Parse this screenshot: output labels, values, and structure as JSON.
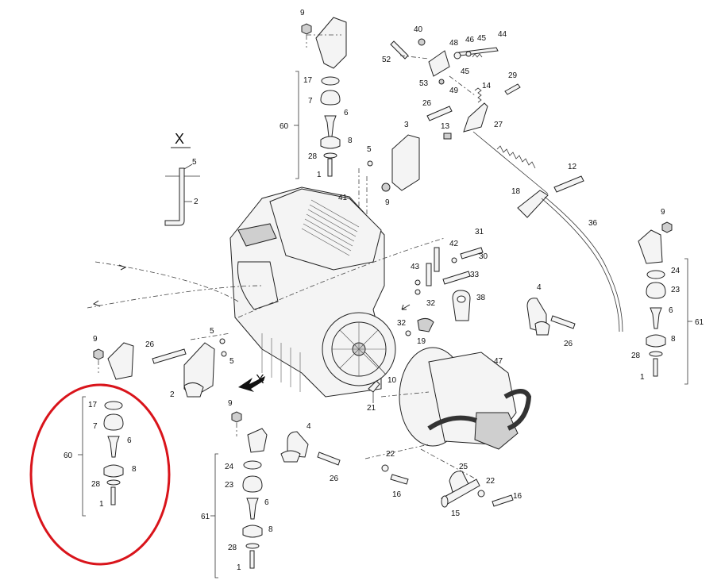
{
  "section_marker": "X",
  "view_marker": "X",
  "callouts": {
    "c9_top": "9",
    "c17_a": "17",
    "c7_a": "7",
    "c6_a": "6",
    "c60_a": "60",
    "c8_a": "8",
    "c28_a": "28",
    "c1_a": "1",
    "c5_a": "5",
    "c2_a": "2",
    "c40": "40",
    "c48": "48",
    "c46": "46",
    "c45_a": "45",
    "c44": "44",
    "c52": "52",
    "c53": "53",
    "c45_b": "45",
    "c49": "49",
    "c14": "14",
    "c29": "29",
    "c26_a": "26",
    "c3": "3",
    "c13": "13",
    "c27": "27",
    "c5_b": "5",
    "c9_b": "9",
    "c12": "12",
    "c18": "18",
    "c41": "41",
    "c36": "36",
    "c9_r": "9",
    "c24_r": "24",
    "c23_r": "23",
    "c6_r": "6",
    "c61_r": "61",
    "c8_r": "8",
    "c28_r": "28",
    "c1_r": "1",
    "c42": "42",
    "c31": "31",
    "c43": "43",
    "c30": "30",
    "c33": "33",
    "c32_a": "32",
    "c38": "38",
    "c4_a": "4",
    "c26_r": "26",
    "c32_b": "32",
    "c19": "19",
    "c9_l": "9",
    "c26_l": "26",
    "c5_c": "5",
    "c5_d": "5",
    "c2_b": "2",
    "c10": "10",
    "c47": "47",
    "c21": "21",
    "c17_b": "17",
    "c7_b": "7",
    "c6_b": "6",
    "c60_b": "60",
    "c8_b": "8",
    "c28_b": "28",
    "c1_b": "1",
    "c9_c": "9",
    "c4_b": "4",
    "c26_c": "26",
    "c24_c": "24",
    "c23_c": "23",
    "c6_c": "6",
    "c61_c": "61",
    "c8_c": "8",
    "c28_c": "28",
    "c1_c": "1",
    "c22_a": "22",
    "c16_a": "16",
    "c25": "25",
    "c22_b": "22",
    "c16_b": "16",
    "c15": "15"
  },
  "highlight_color": "#d9141b"
}
